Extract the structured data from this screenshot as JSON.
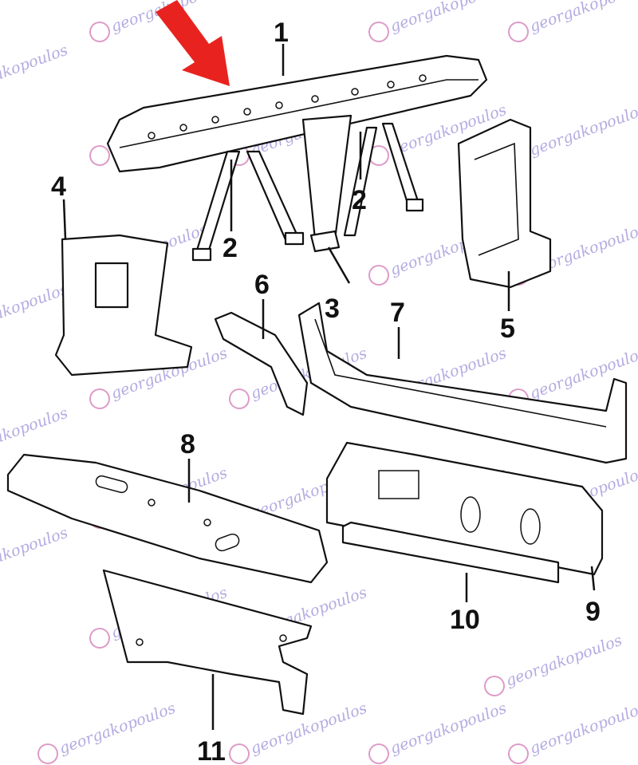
{
  "diagram": {
    "callouts": [
      "1",
      "2",
      "2",
      "3",
      "4",
      "5",
      "6",
      "7",
      "8",
      "9",
      "10",
      "11"
    ],
    "watermark_text": "georgakopoulos",
    "highlight_arrow_color": "#e8231f",
    "highlighted_part": "1"
  }
}
